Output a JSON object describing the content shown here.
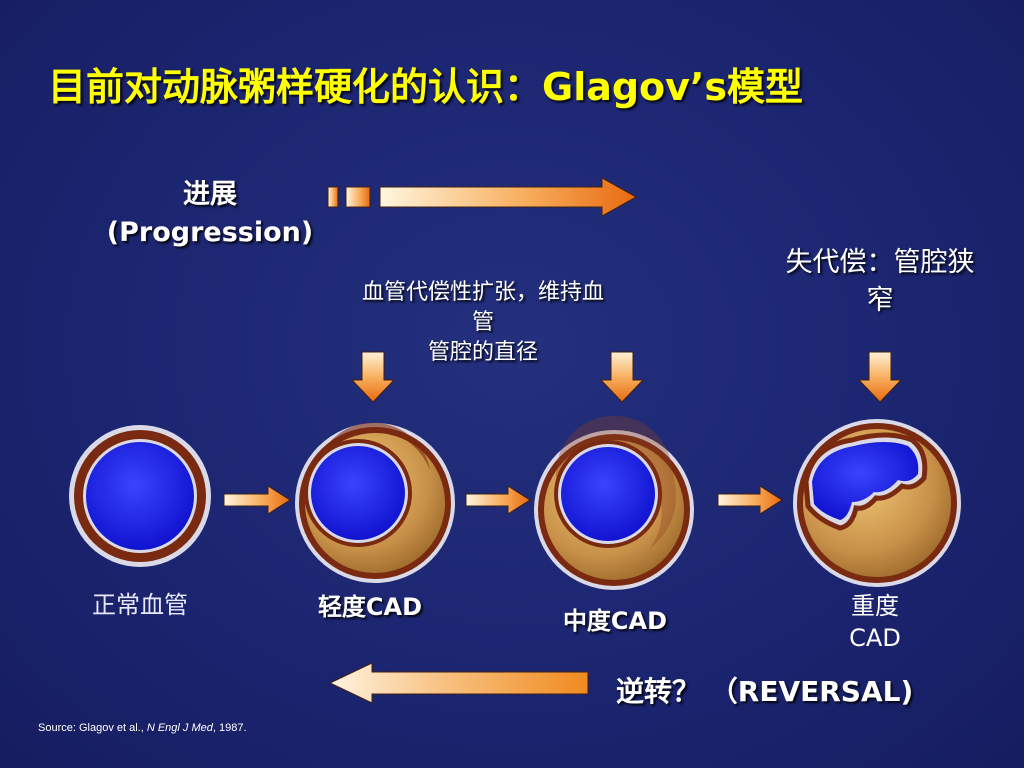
{
  "title": "目前对动脉粥样硬化的认识：Glagov’s模型",
  "progression": {
    "label_cn": "进展",
    "label_en": "(Progression)"
  },
  "compensation": {
    "line1": "血管代偿性扩张，维持血",
    "line2": "管",
    "line3": "管腔的直径"
  },
  "decompensation": {
    "line1": "失代偿：管腔狭",
    "line2": "窄"
  },
  "stages": [
    {
      "label": "正常血管"
    },
    {
      "label": "轻度CAD"
    },
    {
      "label": "中度CAD"
    },
    {
      "label_line1": "重度",
      "label_line2": "CAD"
    }
  ],
  "reversal": {
    "label_cn": "逆转？",
    "label_en": "（REVERSAL)"
  },
  "source": {
    "prefix": "Source: Glagov et al., ",
    "journal": "N Engl J Med",
    "year": ", 1987."
  },
  "colors": {
    "title": "#ffff00",
    "background": "#1b246f",
    "lumen": "#1010e0",
    "vessel_wall": "#7a2a10",
    "plaque": "#c89048",
    "arrow": "#f08020"
  },
  "icons": {
    "forward_arrow": "arrow-right-icon",
    "backward_arrow": "arrow-left-icon",
    "down_arrow": "arrow-down-icon"
  }
}
